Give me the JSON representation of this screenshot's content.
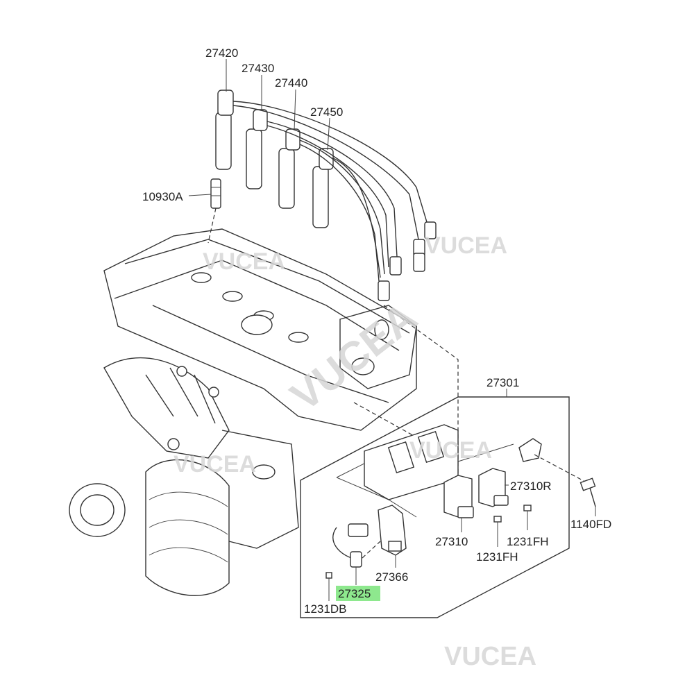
{
  "callouts": [
    {
      "id": "27420",
      "text": "27420"
    },
    {
      "id": "27430",
      "text": "27430"
    },
    {
      "id": "27440",
      "text": "27440"
    },
    {
      "id": "27450",
      "text": "27450"
    },
    {
      "id": "10930A",
      "text": "10930A"
    },
    {
      "id": "27301",
      "text": "27301"
    },
    {
      "id": "27310R",
      "text": "27310R"
    },
    {
      "id": "1140FD",
      "text": "1140FD"
    },
    {
      "id": "27310",
      "text": "27310"
    },
    {
      "id": "1231FH_a",
      "text": "1231FH"
    },
    {
      "id": "1231FH_b",
      "text": "1231FH"
    },
    {
      "id": "27366",
      "text": "27366"
    },
    {
      "id": "27325",
      "text": "27325"
    },
    {
      "id": "1231DB",
      "text": "1231DB"
    }
  ],
  "highlight": {
    "part": "27325",
    "color": "#8ee88e"
  },
  "watermarks": [
    "VUCEA",
    "VUCEA",
    "VUCEA",
    "VUCEA",
    "VUCEA",
    "VUCEA"
  ]
}
